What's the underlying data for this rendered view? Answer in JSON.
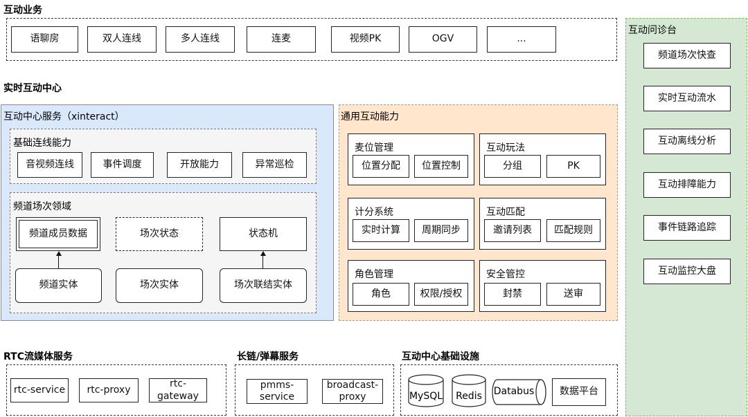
{
  "interactive_business": {
    "title": "互动业务",
    "items": [
      "语聊房",
      "双人连线",
      "多人连线",
      "连麦",
      "视频PK",
      "OGV",
      "..."
    ]
  },
  "realtime_center": {
    "title": "实时互动中心"
  },
  "xinteract": {
    "title": "互动中心服务（xinteract）",
    "basic": {
      "title": "基础连线能力",
      "items": [
        "音视频连线",
        "事件调度",
        "开放能力",
        "异常巡检"
      ]
    },
    "channel_domain": {
      "title": "频道场次领域",
      "member_data": "频道成员数据",
      "session_state": "场次状态",
      "state_machine": "状态机",
      "channel_entity": "频道实体",
      "session_entity": "场次实体",
      "session_link_entity": "场次联结实体"
    }
  },
  "general": {
    "title": "通用互动能力",
    "panels": [
      {
        "title": "麦位管理",
        "items": [
          "位置分配",
          "位置控制"
        ]
      },
      {
        "title": "互动玩法",
        "items": [
          "分组",
          "PK"
        ]
      },
      {
        "title": "计分系统",
        "items": [
          "实时计算",
          "周期同步"
        ]
      },
      {
        "title": "互动匹配",
        "items": [
          "邀请列表",
          "匹配规则"
        ]
      },
      {
        "title": "角色管理",
        "items": [
          "角色",
          "权限/授权"
        ]
      },
      {
        "title": "安全管控",
        "items": [
          "封禁",
          "送审"
        ]
      }
    ]
  },
  "diagnosis": {
    "title": "互动问诊台",
    "items": [
      "频道场次快查",
      "实时互动流水",
      "互动离线分析",
      "互动排障能力",
      "事件链路追踪",
      "互动监控大盘"
    ]
  },
  "rtc": {
    "title": "RTC流媒体服务",
    "items": [
      "rtc-service",
      "rtc-proxy",
      "rtc-gateway"
    ]
  },
  "longlink": {
    "title": "长链/弹幕服务",
    "items": [
      [
        "pmms-",
        "service"
      ],
      [
        "broadcast-",
        "proxy"
      ]
    ]
  },
  "infra": {
    "title": "互动中心基础设施",
    "mysql": "MySQL",
    "redis": "Redis",
    "databus": "Databus",
    "data_platform": "数据平台"
  },
  "colors": {
    "xinteract_fill": "#dae8fc",
    "xinteract_border": "#6c8ebf",
    "general_fill": "#ffe6cc",
    "general_border": "#d79b00",
    "diagnosis_fill": "#d5e8d4",
    "diagnosis_border": "#82b366",
    "dashed_fill": "#f5f5f5"
  }
}
